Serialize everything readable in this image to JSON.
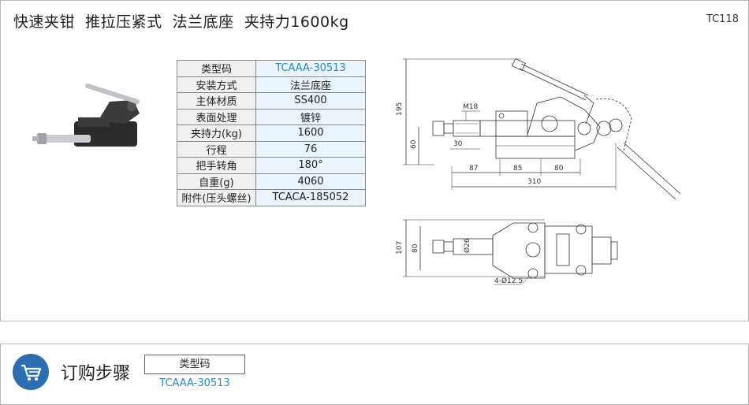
{
  "header": {
    "title": "快速夹钳  推拉压紧式  法兰底座  夹持力1600kg",
    "code": "TC118"
  },
  "spec_table": [
    {
      "key": "类型码",
      "value": "TCAAA-30513",
      "highlight": true
    },
    {
      "key": "安装方式",
      "value": "法兰底座"
    },
    {
      "key": "主体材质",
      "value": "SS400"
    },
    {
      "key": "表面处理",
      "value": "镀锌"
    },
    {
      "key": "夹持力(kg)",
      "value": "1600"
    },
    {
      "key": "行程",
      "value": "76"
    },
    {
      "key": "把手转角",
      "value": "180°"
    },
    {
      "key": "自重(g)",
      "value": "4060"
    },
    {
      "key": "附件(压头螺丝)",
      "value": "TCACA-185052"
    }
  ],
  "drawing": {
    "dims": {
      "d195": "195",
      "d60": "60",
      "m18": "M18",
      "d30": "30",
      "d87": "87",
      "d85": "85",
      "d80": "80",
      "d310": "310",
      "d107": "107",
      "d80b": "80",
      "d26": "Ø26",
      "d4x125": "4-Ø12.5"
    }
  },
  "order_steps": {
    "title": "订购步骤",
    "type_label": "类型码",
    "type_value": "TCAAA-30513",
    "icon": "shopping-cart-icon"
  }
}
